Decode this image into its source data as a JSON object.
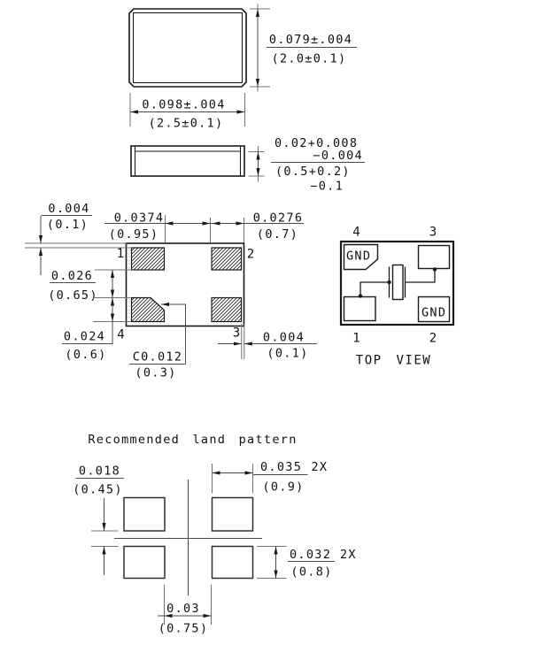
{
  "drawing": {
    "package_front": {
      "height_in": "0.079±.004",
      "height_mm": "(2.0±0.1)",
      "width_in": "0.098±.004",
      "width_mm": "(2.5±0.1)"
    },
    "package_side": {
      "thick_in": "0.02+0.008",
      "thick_tol": "−0.004",
      "thick_mm": "(0.5+0.2)",
      "thick_mm_tol": "−0.1"
    },
    "package_bottom": {
      "edge_gap_in": "0.004",
      "edge_gap_mm": "(0.1)",
      "span_left_in": "0.0374",
      "span_left_mm": "(0.95)",
      "span_right_in": "0.0276",
      "span_right_mm": "(0.7)",
      "pad_gap_in": "0.026",
      "pad_gap_mm": "(0.65)",
      "pad_height_in": "0.024",
      "pad_height_mm": "(0.6)",
      "chamfer_in": "C0.012",
      "chamfer_mm": "(0.3)",
      "edge_gap_right_in": "0.004",
      "edge_gap_right_mm": "(0.1)",
      "pin1": "1",
      "pin2": "2",
      "pin3": "3",
      "pin4": "4"
    },
    "schematic": {
      "pin1": "1",
      "pin2": "2",
      "pin3": "3",
      "pin4": "4",
      "gnd_top": "GND",
      "gnd_bottom": "GND",
      "caption": "TOP VIEW"
    },
    "land_pattern": {
      "title": "Recommended land pattern",
      "gap_y_in": "0.018",
      "gap_y_mm": "(0.45)",
      "pad_w_in": "0.035",
      "pad_w_qty": "2X",
      "pad_w_mm": "(0.9)",
      "pad_h_in": "0.032",
      "pad_h_qty": "2X",
      "pad_h_mm": "(0.8)",
      "inner_gap_in": "0.03",
      "inner_gap_mm": "(0.75)"
    }
  }
}
